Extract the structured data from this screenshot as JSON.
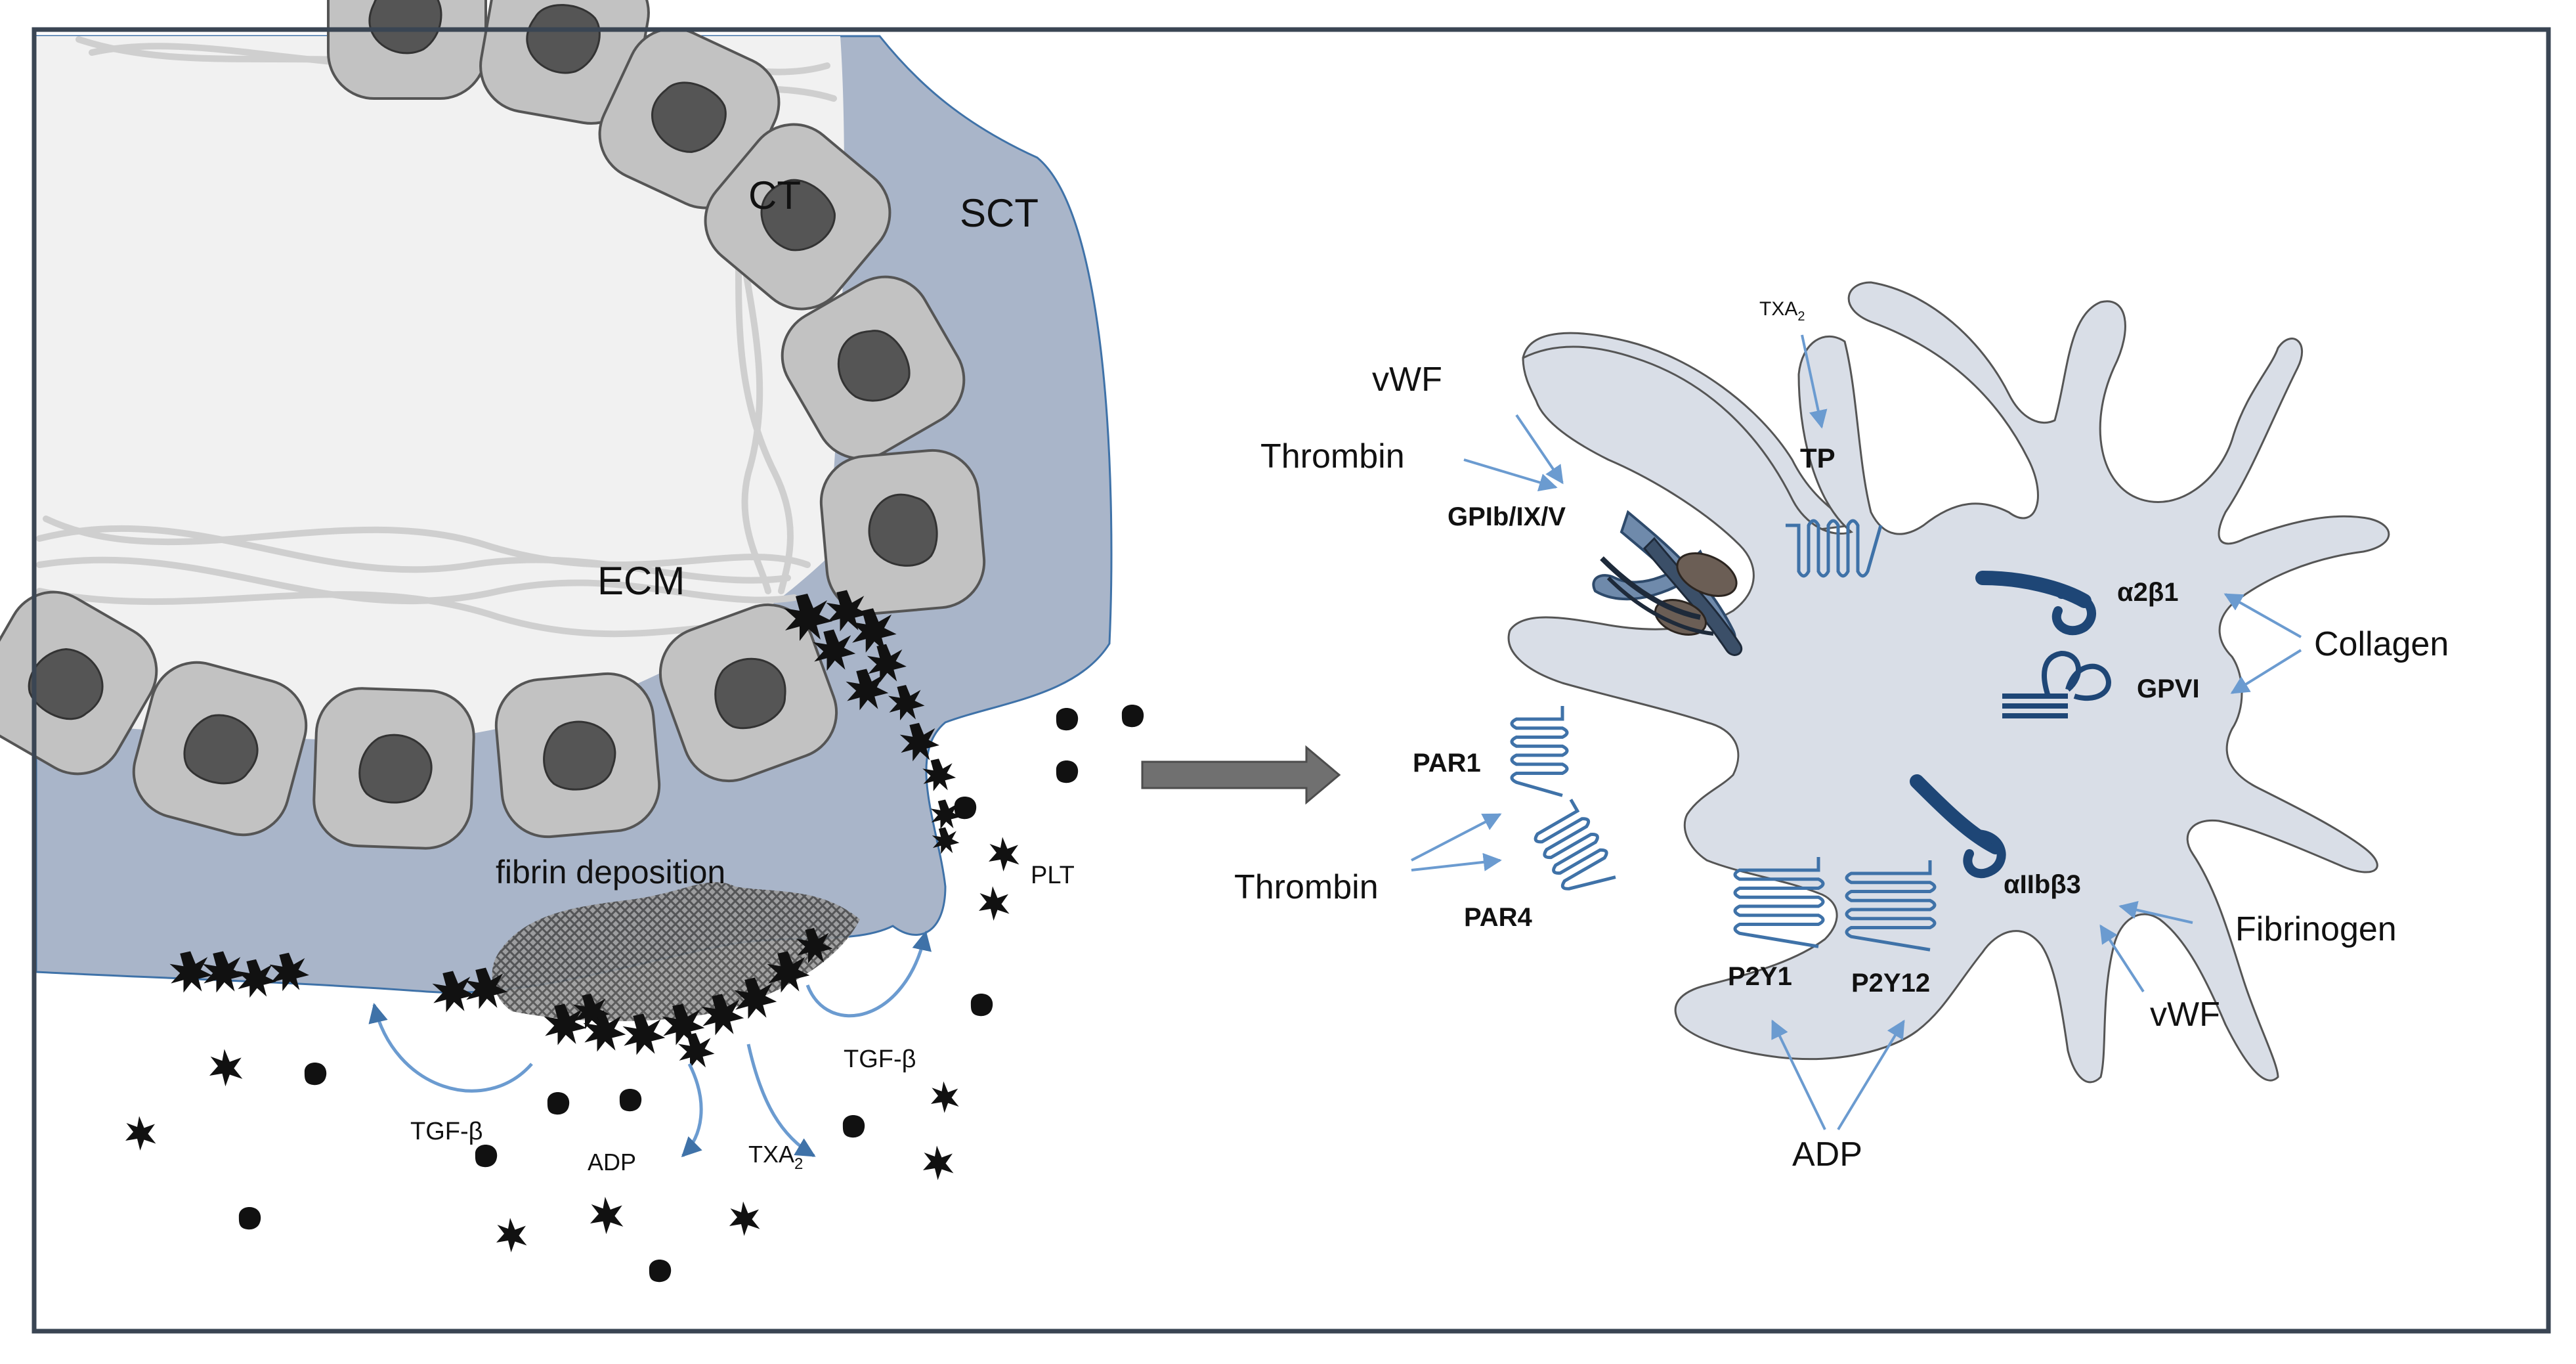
{
  "colors": {
    "frame": "#3a4553",
    "sct": "#a9b5c9",
    "cell_fill": "#c2c2c2",
    "nucleus": "#555555",
    "platelet_body": "#d9dee7",
    "receptor": "#3f72a8",
    "receptor_dark": "#1e4676",
    "arrow_blue": "#6b9bd0",
    "big_arrow": "#707070"
  },
  "icons": {
    "transition_arrow": "right-arrow-icon",
    "activated_platelet": "activated-platelet-icon",
    "resting_platelet": "resting-platelet-icon",
    "seven_tm_receptor": "seven-transmembrane-receptor-icon",
    "integrin": "integrin-icon"
  },
  "left_panel": {
    "labels": {
      "ct": "CT",
      "sct": "SCT",
      "ecm": "ECM",
      "fibrin": "fibrin deposition",
      "plt": "PLT",
      "tgf_left": "TGF-β",
      "adp": "ADP",
      "txa2": "TXA",
      "txa2_sub": "2",
      "tgf_right": "TGF-β"
    }
  },
  "right_panel": {
    "labels": {
      "vwf_top": "vWF",
      "thrombin_top": "Thrombin",
      "gpib": "GPIb/IX/V",
      "txa2": "TXA",
      "txa2_sub": "2",
      "tp": "TP",
      "a2b1": "α2β1",
      "collagen": "Collagen",
      "gpvi": "GPVI",
      "par1": "PAR1",
      "thrombin_left": "Thrombin",
      "par4": "PAR4",
      "p2y1": "P2Y1",
      "p2y12": "P2Y12",
      "adp": "ADP",
      "aiib": "αIIbβ3",
      "fibrinogen": "Fibrinogen",
      "vwf_bottom": "vWF"
    }
  }
}
